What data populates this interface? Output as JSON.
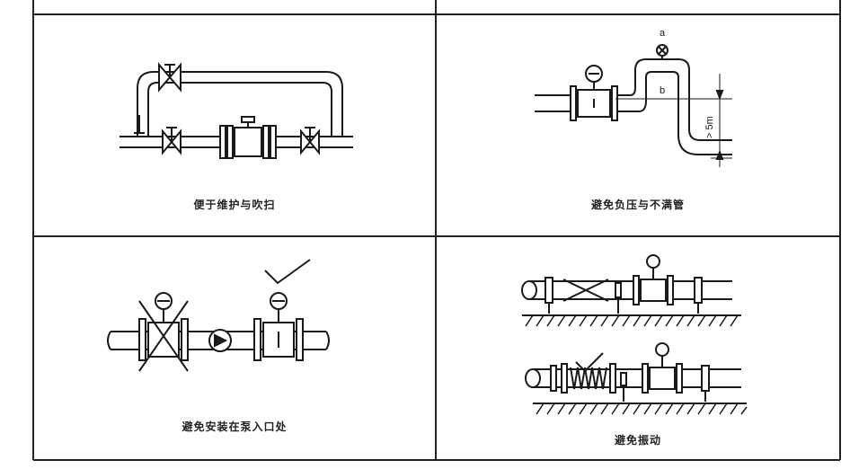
{
  "panels": {
    "top_left": {
      "caption": "便于维护与吹扫"
    },
    "top_right": {
      "caption": "避免负压与不满管",
      "label_a": "a",
      "label_b": "b",
      "label_dim": "> 5m"
    },
    "bottom_left": {
      "caption": "避免安装在泵入口处"
    },
    "bottom_right": {
      "caption": "避免振动"
    }
  },
  "colors": {
    "line": "#1a1a1a",
    "grid": "#222222",
    "background": "#ffffff"
  }
}
